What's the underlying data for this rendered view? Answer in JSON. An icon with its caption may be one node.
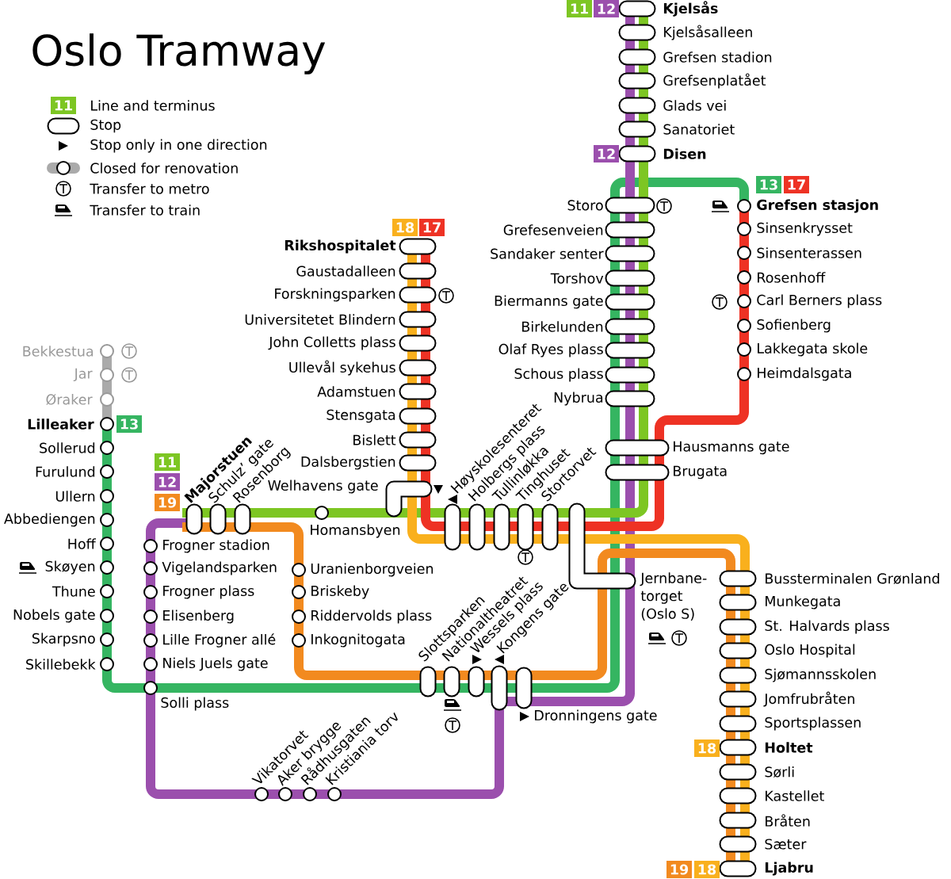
{
  "diagram": {
    "title": "Oslo Tramway",
    "labels": [
      "11",
      "11",
      "12",
      "Kjelsås",
      "Kjelsåsalleen",
      "Grefsen stadion",
      "Grefsenplatået",
      "Glads vei",
      "Sanatoriet",
      "12",
      "Disen",
      "13",
      "17",
      "Storo",
      "Grefsen stasjon",
      "Sinsenkrysset",
      "Sinsenterassen",
      "Rosenhoff",
      "Carl Berners plass",
      "Sofienberg",
      "Lakkegata skole",
      "Heimdalsgata",
      "Grefesenveien",
      "Sandaker senter",
      "Torshov",
      "Biermanns gate",
      "Birkelunden",
      "Olaf Ryes plass",
      "Schous plass",
      "Nybrua",
      "18",
      "17",
      "Rikshospitalet",
      "Gaustadalleen",
      "Forskningsparken",
      "Universitetet Blindern",
      "John Colletts plass",
      "Ullevål sykehus",
      "Adamstuen",
      "Stensgata",
      "Bislett",
      "Dalsbergstien",
      "Welhavens gate",
      "Bekkestua",
      "Jar",
      "Øraker",
      "Lilleaker",
      "13",
      "Sollerud",
      "Furulund",
      "Ullern",
      "Abbediengen",
      "Hoff",
      "Skøyen",
      "Thune",
      "Nobels gate",
      "Skarpsno",
      "Skillebekk",
      "11",
      "12",
      "19",
      "Majorstuen",
      "Schulz’ gate",
      "Rosenborg",
      "Homansbyen",
      "Høyskolesenteret",
      "Holbergs plass",
      "Tullinløkka",
      "Tinghuset",
      "Stortorvet",
      "Hausmanns gate",
      "Brugata",
      "Frogner stadion",
      "Vigelandsparken",
      "Frogner plass",
      "Elisenberg",
      "Lille Frogner allé",
      "Niels Juels gate",
      "Uranienborgveien",
      "Briskeby",
      "Riddervolds plass",
      "Inkognitogata",
      "Jernbane- torget (Oslo S)",
      "Bussterminalen Grønland",
      "Munkegata",
      "St. Halvards plass",
      "Oslo Hospital",
      "Sjømannsskolen",
      "Jomfrubråten",
      "Sportsplassen",
      "18",
      "Holtet",
      "Sørli",
      "Kastellet",
      "Bråten",
      "Sæter",
      "19",
      "18",
      "Ljabru",
      "Slottsparken",
      "Nationaltheatret",
      "Wessels plass",
      "Kongens gate",
      "Solli plass",
      "Dronningens gate",
      "Vikatorvet",
      "Aker brygge",
      "Rådhusgaten",
      "Kristiania torv"
    ],
    "legend": [
      {
        "text": "Line and terminus"
      },
      {
        "text": "Stop"
      },
      {
        "text": "Stop only in one direction"
      },
      {
        "text": "Closed for renovation"
      },
      {
        "text": "Transfer to metro"
      },
      {
        "text": "Transfer to train"
      }
    ]
  }
}
